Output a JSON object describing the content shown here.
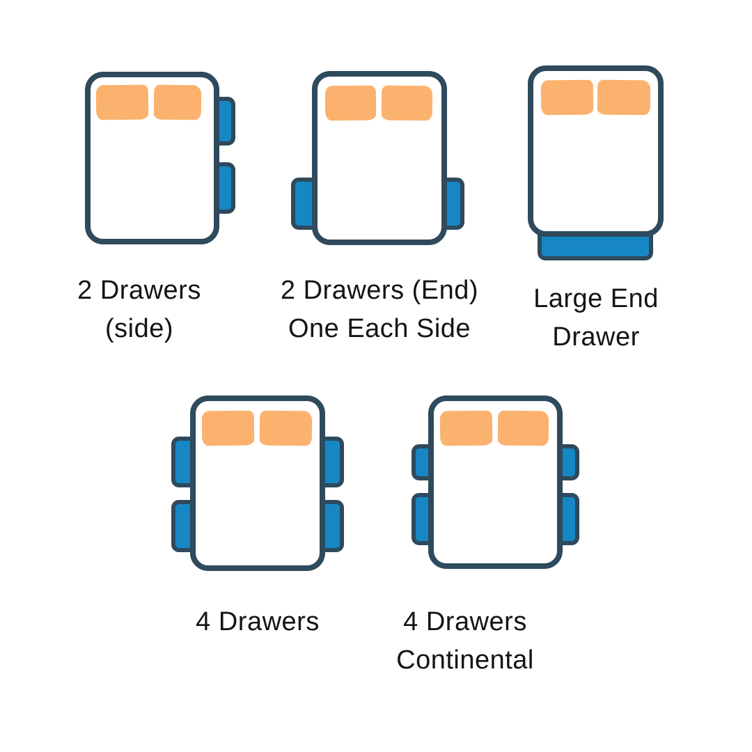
{
  "diagram": {
    "colors": {
      "page_bg": "#ffffff",
      "bed_outline": "#2e4a5c",
      "bed_fill": "#ffffff",
      "drawer_fill": "#1787c4",
      "pillow_fill": "#fbb26e",
      "label_text": "#141414"
    },
    "figures": [
      {
        "name": "2-drawers-side",
        "label_line1": "2 Drawers",
        "label_line2": "(side)"
      },
      {
        "name": "2-drawers-end-one-each-side",
        "label_line1": "2 Drawers (End)",
        "label_line2": "One Each Side"
      },
      {
        "name": "large-end-drawer",
        "label_line1": "Large End",
        "label_line2": "Drawer"
      },
      {
        "name": "4-drawers",
        "label_line1": "4 Drawers"
      },
      {
        "name": "4-drawers-continental",
        "label_line1": "4 Drawers",
        "label_line2": "Continental"
      }
    ]
  }
}
